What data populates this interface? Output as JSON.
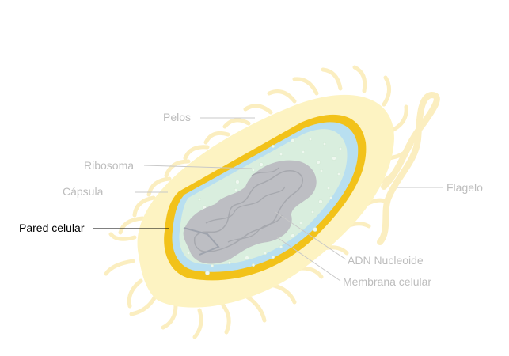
{
  "diagram": {
    "labels": {
      "pelos": "Pelos",
      "ribosoma": "Ribosoma",
      "capsula": "Cápsula",
      "pared_celular": "Pared celular",
      "flagelo": "Flagelo",
      "adn_nucleoide": "ADN Nucleoide",
      "membrana_celular": "Membrana celular"
    },
    "highlighted_label": "pared_celular",
    "colors": {
      "label_muted": "#bdbdbd",
      "label_active": "#000000",
      "leader_muted": "#c8c8c8",
      "leader_active": "#000000",
      "capsule": "#fdf3c2",
      "pili": "#fbeec0",
      "cell_wall": "#f2c21a",
      "membrane": "#b8dff0",
      "cytoplasm": "#d9eede",
      "ribosome": "#eef8ef",
      "nucleoid": "#bdbec3",
      "flagellum": "#fbeec0"
    }
  }
}
